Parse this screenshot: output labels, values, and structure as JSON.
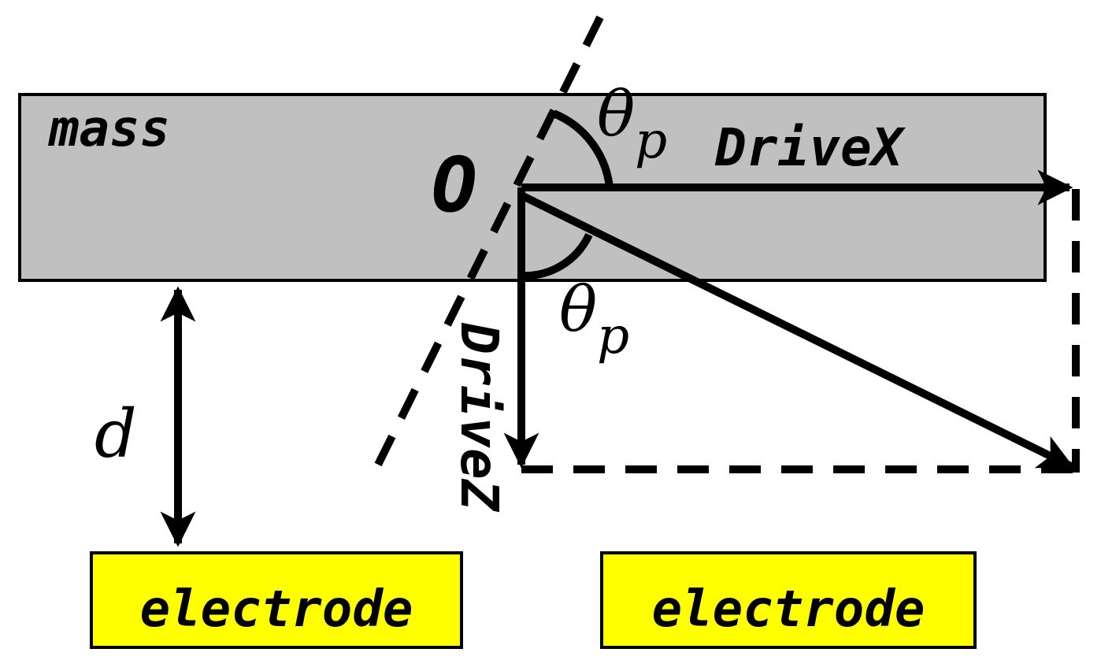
{
  "labels": {
    "mass": "mass",
    "origin": "O",
    "theta_top": "θ",
    "theta_top_sub": "p",
    "theta_bottom": "θ",
    "theta_bottom_sub": "p",
    "drive_x": "DriveX",
    "drive_z": "DriveZ",
    "gap": "d",
    "electrode_left": "electrode",
    "electrode_right": "electrode"
  },
  "colors": {
    "mass_fill": "#c0c0c0",
    "electrode_fill": "#ffff00",
    "stroke": "#000000",
    "background": "#ffffff"
  }
}
